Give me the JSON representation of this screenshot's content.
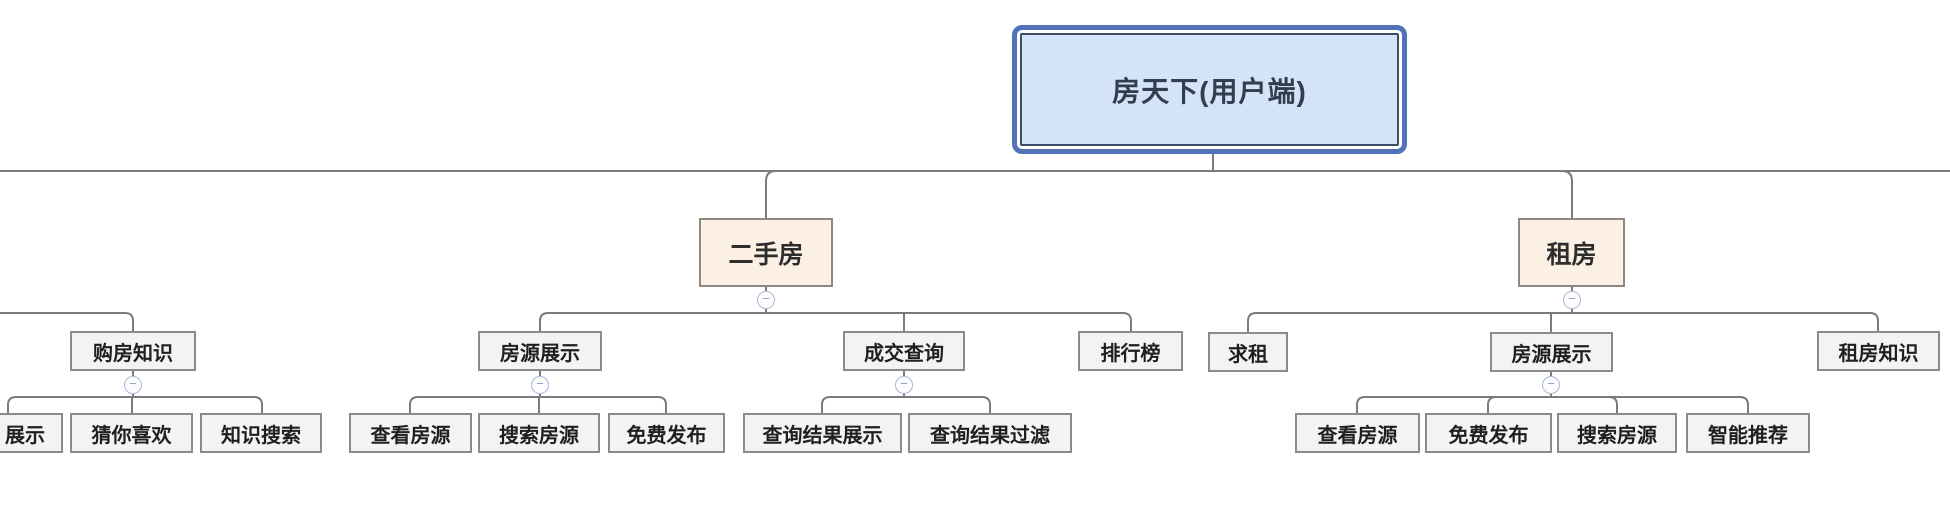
{
  "root": {
    "label": "房天下(用户端)"
  },
  "branches": {
    "second_hand": {
      "label": "二手房"
    },
    "rent": {
      "label": "租房"
    }
  },
  "level3": {
    "buy_knowledge": {
      "label": "购房知识"
    },
    "listing_display_sh": {
      "label": "房源展示"
    },
    "deal_query": {
      "label": "成交查询"
    },
    "ranking": {
      "label": "排行榜"
    },
    "seek_rent": {
      "label": "求租"
    },
    "listing_display_rent": {
      "label": "房源展示"
    },
    "rent_knowledge": {
      "label": "租房知识"
    }
  },
  "level4": {
    "display_partial": {
      "label": "展示"
    },
    "guess_you_like": {
      "label": "猜你喜欢"
    },
    "knowledge_search": {
      "label": "知识搜索"
    },
    "view_listings_sh": {
      "label": "查看房源"
    },
    "search_listings_sh": {
      "label": "搜索房源"
    },
    "free_publish_sh": {
      "label": "免费发布"
    },
    "query_result_display": {
      "label": "查询结果展示"
    },
    "query_result_filter": {
      "label": "查询结果过滤"
    },
    "view_listings_rent": {
      "label": "查看房源"
    },
    "free_publish_rent": {
      "label": "免费发布"
    },
    "search_listings_rent": {
      "label": "搜索房源"
    },
    "smart_recommend": {
      "label": "智能推荐"
    }
  },
  "ui": {
    "collapse_symbol": "−"
  },
  "colors": {
    "root_fill": "#d3e4f9",
    "root_border": "#5273b9",
    "root_inner_border": "#3c4d68",
    "branch_fill": "#fcf0e5",
    "branch_border": "#8d897f",
    "node_fill": "#f3f3f3",
    "node_border": "#8b8b8b",
    "line": "#7b7b7b",
    "collapse_border": "#a9b9d6"
  }
}
